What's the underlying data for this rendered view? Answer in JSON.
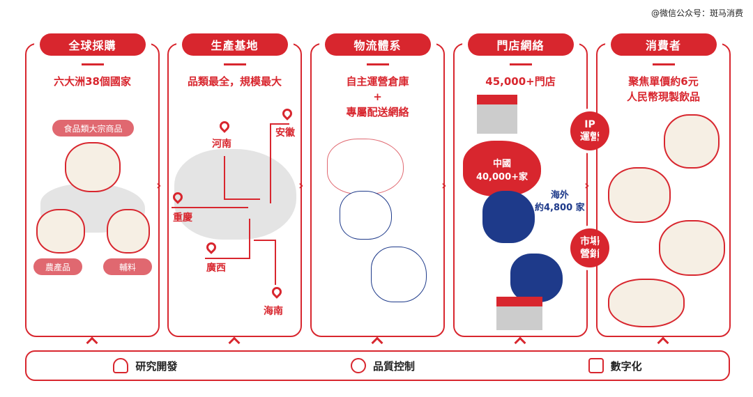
{
  "watermark": "@微信公众号：斑马消费",
  "panels": [
    {
      "title": "全球採購",
      "subtitle": "六大洲38個國家",
      "tags": [
        "食品類大宗商品",
        "農產品",
        "輔料"
      ]
    },
    {
      "title": "生產基地",
      "subtitle": "品類最全，規模最大",
      "locations": [
        "河南",
        "安徽",
        "重慶",
        "廣西",
        "海南"
      ]
    },
    {
      "title": "物流體系",
      "subtitle_lines": [
        "自主運營倉庫",
        "+",
        "專屬配送網絡"
      ]
    },
    {
      "title": "門店網絡",
      "subtitle": "45,000+門店",
      "china_label": "中國",
      "china_count": "40,000+家",
      "overseas_label": "海外",
      "overseas_count": "約4,800 家"
    },
    {
      "title": "消費者",
      "subtitle_lines": [
        "聚焦單價約6元",
        "人民幣現製飲品"
      ]
    }
  ],
  "badges": {
    "ip_line1": "IP",
    "ip_line2": "運營",
    "mkt_line1": "市場",
    "mkt_line2": "營銷"
  },
  "bottom": [
    "研究開發",
    "品質控制",
    "數字化"
  ],
  "colors": {
    "accent": "#d8262e",
    "navy": "#1e3a8a"
  }
}
